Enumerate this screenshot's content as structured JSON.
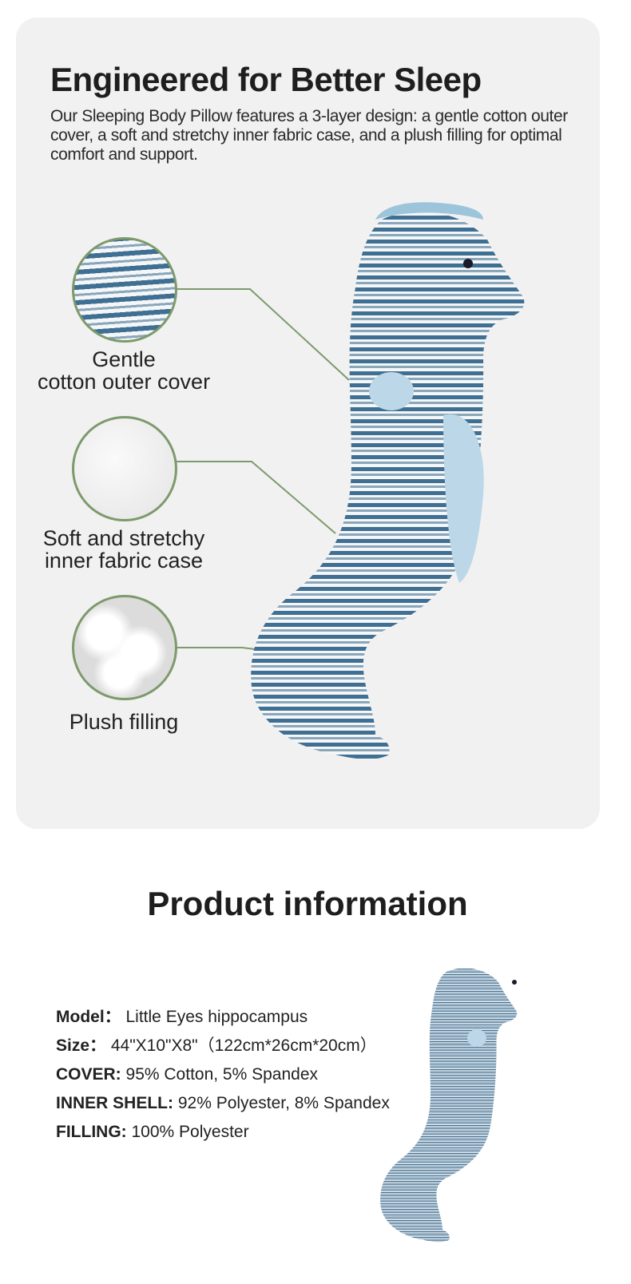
{
  "features": {
    "title": "Engineered for Better Sleep",
    "description": "Our Sleeping Body Pillow features a 3-layer design: a gentle cotton outer cover, a soft and stretchy inner fabric case, and a plush filling for optimal comfort and support.",
    "layers": [
      {
        "label_line1": "Gentle",
        "label_line2": "cotton outer cover",
        "icon": "striped-fabric-icon"
      },
      {
        "label_line1": "Soft and stretchy",
        "label_line2": "inner fabric case",
        "icon": "white-fabric-icon"
      },
      {
        "label_line1": "Plush filling",
        "label_line2": "",
        "icon": "cotton-filling-icon"
      }
    ]
  },
  "product_info": {
    "title": "Product information",
    "rows": [
      {
        "label": "Model：",
        "value": " Little Eyes hippocampus"
      },
      {
        "label": "Size：",
        "value": " 44\"X10\"X8\"（122cm*26cm*20cm）"
      },
      {
        "label": "COVER:",
        "value": " 95% Cotton, 5% Spandex"
      },
      {
        "label": "INNER SHELL:",
        "value": " 92% Polyester, 8% Spandex"
      },
      {
        "label": "FILLING:",
        "value": " 100% Polyester"
      }
    ]
  },
  "colors": {
    "card_bg": "#f1f1f1",
    "accent_green": "#7d9a6c",
    "stripe_blue": "#3f6f92",
    "belly_blue": "#bcd8e8"
  }
}
